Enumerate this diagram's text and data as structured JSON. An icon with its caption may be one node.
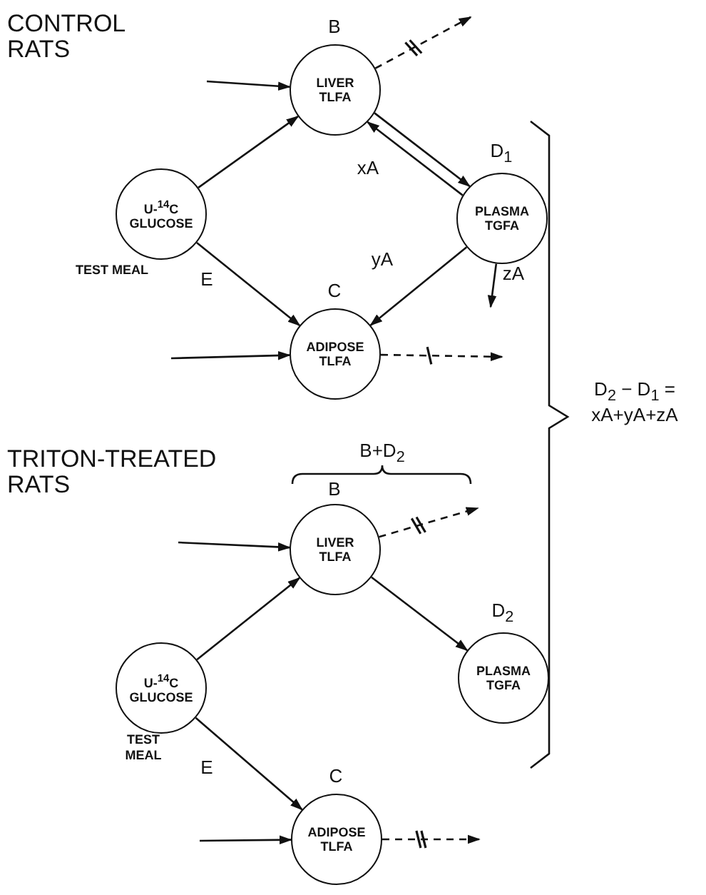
{
  "diagram": {
    "nodes": [
      {
        "text": [
          "LIVER TLFA"
        ],
        "beside": [
          "B"
        ]
      },
      {
        "text": [
          "U-$^{14}$C GLUCOSE"
        ],
        "beside": [
          "TEST MEAL"
        ]
      },
      {
        "text": [
          "PLASMA TGFA"
        ],
        "beside": [
          "D$_{1}$"
        ]
      },
      {
        "text": [
          "ADIPOSE TLFA"
        ],
        "beside": [
          "C"
        ]
      },
      {
        "text": [
          "LIVER TLFA"
        ],
        "beside": [
          "B"
        ]
      },
      {
        "text": [
          "U-$^{14}$C GLUCOSE"
        ],
        "beside": [
          "TEST MEAL"
        ]
      },
      {
        "text": [
          "PLASMA TGFA"
        ],
        "beside": [
          "D$_{2}$"
        ]
      },
      {
        "text": [
          "ADIPOSE TLFA"
        ],
        "beside": [
          "C"
        ]
      }
    ],
    "edges": [
      {
        "from": null,
        "to": 0,
        "arrow": "to"
      },
      {
        "from": 1,
        "to": 0,
        "arrow": "to"
      },
      {
        "from": 1,
        "to": 3,
        "arrow": "to",
        "label": "E"
      },
      {
        "from": 0,
        "to": 2,
        "arrow": "to"
      },
      {
        "from": 2,
        "to": 0,
        "arrow": "to",
        "label": "xA"
      },
      {
        "from": 2,
        "to": 3,
        "arrow": "to",
        "label": "yA"
      },
      {
        "from": 2,
        "to": null,
        "arrow": "to",
        "label": "zA"
      },
      {
        "from": 0,
        "to": null,
        "arrow": "to",
        "style": "dashed"
      },
      {
        "from": null,
        "to": 3,
        "arrow": "to"
      },
      {
        "from": 3,
        "to": null,
        "arrow": "to",
        "style": "dashed"
      },
      {
        "from": null,
        "to": 4,
        "arrow": "to"
      },
      {
        "from": 5,
        "to": 4,
        "arrow": "to"
      },
      {
        "from": 5,
        "to": 7,
        "arrow": "to",
        "label": "E"
      },
      {
        "from": 4,
        "to": 6,
        "arrow": "to"
      },
      {
        "from": 4,
        "to": null,
        "arrow": "to",
        "style": "dashed"
      },
      {
        "from": null,
        "to": 7,
        "arrow": "to"
      },
      {
        "from": 7,
        "to": null,
        "arrow": "to",
        "style": "dashed"
      }
    ],
    "labels": [
      "CONTROL RATS",
      "TRITON-TREATED RATS",
      "B+D$_{2}$",
      "D$_{2}$ − D$_{1}$ = xA+yA+zA"
    ]
  }
}
